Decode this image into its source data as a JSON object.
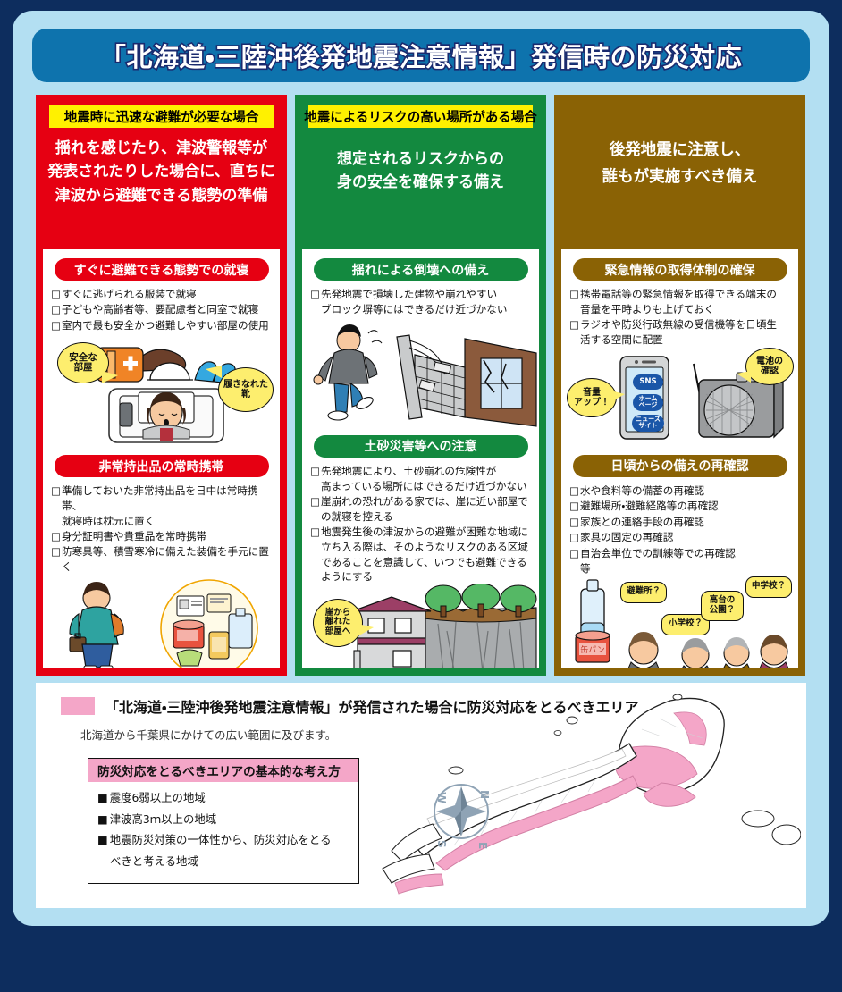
{
  "title": "「北海道・三陸沖後発地震注意情報」発信時の防災対応",
  "colors": {
    "frame": "#0d2d5e",
    "panel": "#b3dff2",
    "title_bar": "#0e73ad",
    "col1": "#e60012",
    "col2": "#13893f",
    "col3": "#8a6205",
    "tag_yellow": "#fff100",
    "pink": "#f4a6c8",
    "bubble": "#fdee6e"
  },
  "columns": [
    {
      "tag": "地震時に迅速な避難が必要な場合",
      "lede": "揺れを感じたり、津波警報等が\n発表されたりした場合に、直ちに\n津波から避難できる態勢の準備",
      "sections": [
        {
          "pill": "すぐに避難できる態勢での就寝",
          "items": [
            {
              "text": "すぐに逃げられる服装で就寝",
              "cont": null
            },
            {
              "text": "子どもや高齢者等、要配慮者と同室で就寝",
              "cont": null
            },
            {
              "text": "室内で最も安全かつ避難しやすい部屋の使用",
              "cont": null
            }
          ],
          "illustration": {
            "name": "bedroom-illustration",
            "bubbles": [
              "安全な\n部屋",
              "履きなれた\n靴"
            ]
          }
        },
        {
          "pill": "非常持出品の常時携帯",
          "items": [
            {
              "text": "準備しておいた非常持出品を日中は常時携帯、",
              "cont": "就寝時は枕元に置く"
            },
            {
              "text": "身分証明書や貴重品を常時携帯",
              "cont": null
            },
            {
              "text": "防寒具等、積雪寒冷に備えた装備を手元に置く",
              "cont": null
            }
          ],
          "illustration": {
            "name": "emergency-kit-illustration",
            "bubbles": []
          }
        }
      ]
    },
    {
      "tag": "地震によるリスクの高い場所がある場合",
      "lede": "想定されるリスクからの\n身の安全を確保する備え",
      "sections": [
        {
          "pill": "揺れによる倒壊への備え",
          "items": [
            {
              "text": "先発地震で損壊した建物や崩れやすい",
              "cont": "ブロック塀等にはできるだけ近づかない"
            }
          ],
          "illustration": {
            "name": "collapsing-wall-illustration",
            "bubbles": []
          }
        },
        {
          "pill": "土砂災害等への注意",
          "items": [
            {
              "text": "先発地震により、土砂崩れの危険性が",
              "cont": "高まっている場所にはできるだけ近づかない"
            },
            {
              "text": "崖崩れの恐れがある家では、崖に近い部屋で",
              "cont": "の就寝を控える"
            },
            {
              "text": "地震発生後の津波からの避難が困難な地域に",
              "cont": "立ち入る際は、そのようなリスクのある区域\nであることを意識して、いつでも避難できる\nようにする"
            }
          ],
          "illustration": {
            "name": "cliff-house-illustration",
            "bubbles": [
              "崖から\n離れた\n部屋へ"
            ]
          }
        }
      ]
    },
    {
      "tag": null,
      "lede": "後発地震に注意し、\n誰もが実施すべき備え",
      "sections": [
        {
          "pill": "緊急情報の取得体制の確保",
          "items": [
            {
              "text": "携帯電話等の緊急情報を取得できる端末の",
              "cont": "音量を平時よりも上げておく"
            },
            {
              "text": "ラジオや防災行政無線の受信機等を日頃生",
              "cont": "活する空間に配置"
            }
          ],
          "illustration": {
            "name": "phone-radio-illustration",
            "bubbles": [
              "音量\nアップ！",
              "電池の\n確認"
            ],
            "phone_labels": [
              "SNS",
              "ホーム\nページ",
              "ニュース\nサイト"
            ]
          }
        },
        {
          "pill": "日頃からの備えの再確認",
          "items": [
            {
              "text": "水や食料等の備蓄の再確認",
              "cont": null
            },
            {
              "text": "避難場所・避難経路等の再確認",
              "cont": null
            },
            {
              "text": "家族との連絡手段の再確認",
              "cont": null
            },
            {
              "text": "家具の固定の再確認",
              "cont": null
            },
            {
              "text": "自治会単位での訓練等での再確認",
              "cont": "等"
            }
          ],
          "illustration": {
            "name": "stockpile-people-illustration",
            "bubbles": [
              "避難所？",
              "小学校？",
              "高台の\n公園？",
              "中学校？"
            ]
          }
        }
      ]
    }
  ],
  "bottom": {
    "heading": "「北海道・三陸沖後発地震注意情報」が発信された場合に防災対応をとるべきエリア",
    "subtext": "北海道から千葉県にかけての広い範囲に及びます。",
    "box_title": "防災対応をとるべきエリアの基本的な考え方",
    "bullets": [
      {
        "text": "震度6弱以上の地域",
        "cont": null
      },
      {
        "text": "津波高3ｍ以上の地域",
        "cont": null
      },
      {
        "text": "地震防災対策の一体性から、防災対応をとる",
        "cont": "べきと考える地域"
      }
    ],
    "map": {
      "name": "japan-hazard-area-map",
      "compass": {
        "north": "N",
        "east": "E",
        "south": "S",
        "west": "W"
      }
    }
  }
}
